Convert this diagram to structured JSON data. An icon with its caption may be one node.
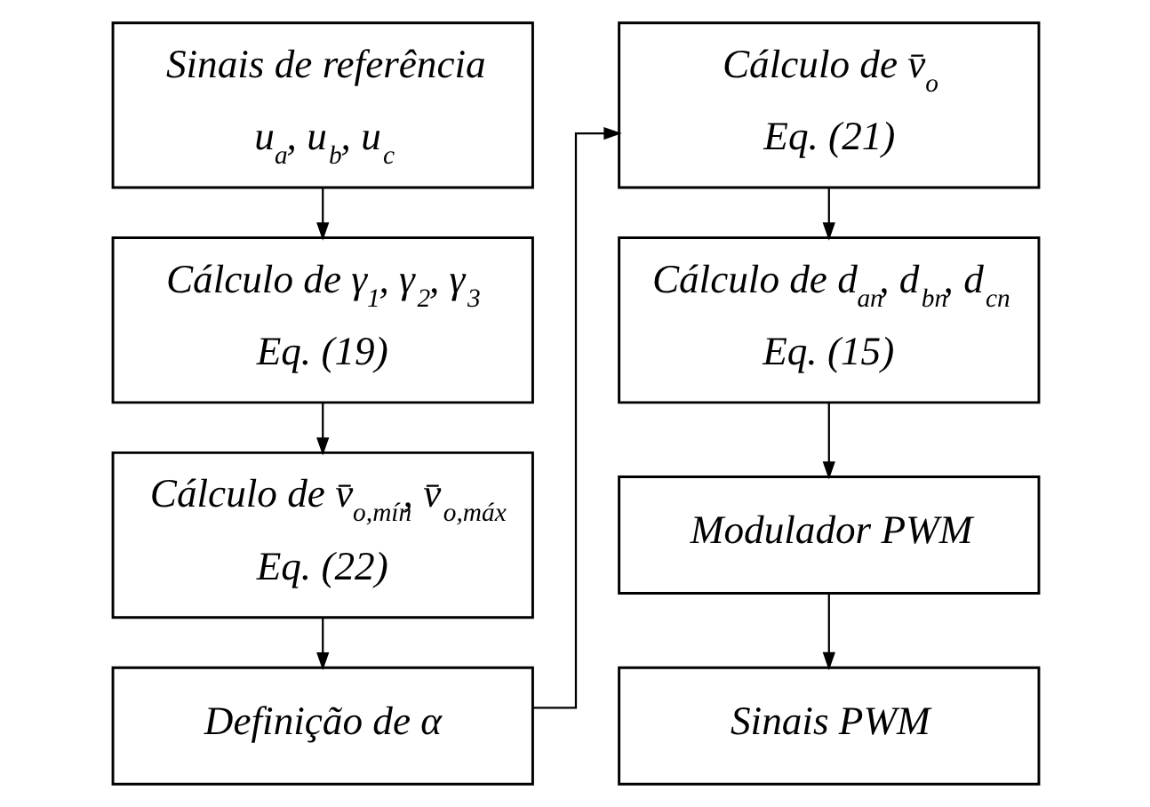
{
  "diagram": {
    "nodes": [
      {
        "text": [
          "Sinais de referência",
          "u$_{a}$, u$_{b}$, u$_{c}$"
        ]
      },
      {
        "text": [
          "Cálculo de γ$_{1}$, γ$_{2}$, γ$_{3}$",
          "Eq. (19)"
        ]
      },
      {
        "text": [
          "Cálculo de v̄$_{o,mín}$, v̄$_{o,máx}$",
          "Eq. (22)"
        ]
      },
      {
        "text": [
          "Definição de α"
        ]
      },
      {
        "text": [
          "Cálculo de v̄$_{o}$",
          "Eq. (21)"
        ]
      },
      {
        "text": [
          "Cálculo de d$_{an}$, d$_{bn}$, d$_{cn}$",
          "Eq. (15)"
        ]
      },
      {
        "text": [
          "Modulador PWM"
        ]
      },
      {
        "text": [
          "Sinais PWM"
        ]
      }
    ],
    "edges": [
      {
        "from": 0,
        "to": 1,
        "arrow": "to"
      },
      {
        "from": 1,
        "to": 2,
        "arrow": "to"
      },
      {
        "from": 2,
        "to": 3,
        "arrow": "to"
      },
      {
        "from": 3,
        "to": 4,
        "arrow": "to"
      },
      {
        "from": 4,
        "to": 5,
        "arrow": "to"
      },
      {
        "from": 5,
        "to": 6,
        "arrow": "to"
      },
      {
        "from": 6,
        "to": 7,
        "arrow": "to"
      }
    ]
  }
}
